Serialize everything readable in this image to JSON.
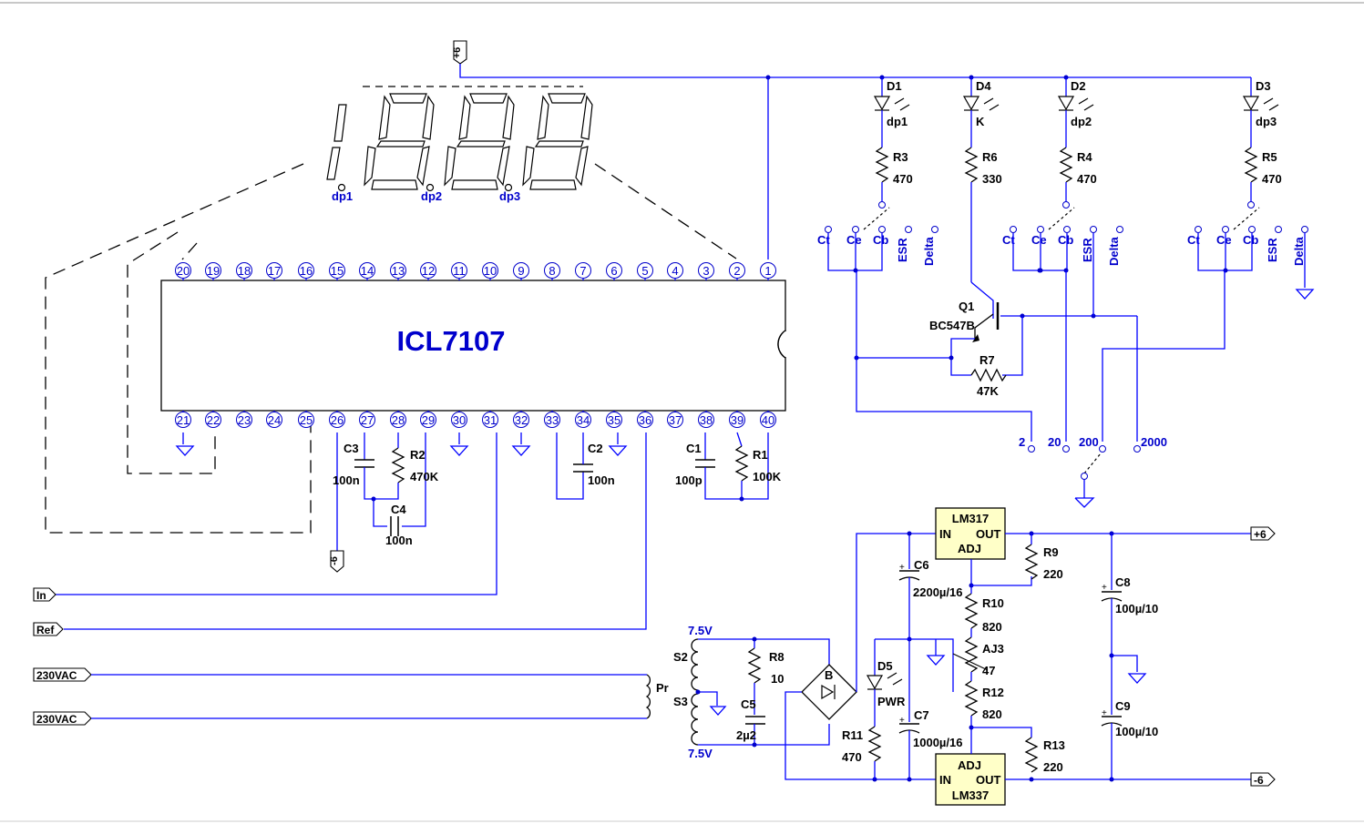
{
  "chip": {
    "name": "ICL7107",
    "pins_top": [
      "20",
      "19",
      "18",
      "17",
      "16",
      "15",
      "14",
      "13",
      "12",
      "11",
      "10",
      "9",
      "8",
      "7",
      "6",
      "5",
      "4",
      "3",
      "2",
      "1"
    ],
    "pins_bottom": [
      "21",
      "22",
      "23",
      "24",
      "25",
      "26",
      "27",
      "28",
      "29",
      "30",
      "31",
      "32",
      "33",
      "34",
      "35",
      "36",
      "37",
      "38",
      "39",
      "40"
    ]
  },
  "display": {
    "dp": [
      "dp1",
      "dp2",
      "dp3"
    ]
  },
  "supply_plus": "+6",
  "leds": [
    {
      "ref": "D1",
      "label": "dp1",
      "res": "R3",
      "val": "470"
    },
    {
      "ref": "D4",
      "label": "K",
      "res": "R6",
      "val": "330"
    },
    {
      "ref": "D2",
      "label": "dp2",
      "res": "R4",
      "val": "470"
    },
    {
      "ref": "D3",
      "label": "dp3",
      "res": "R5",
      "val": "470"
    }
  ],
  "switch_labels": {
    "ct": "Ct",
    "ce": "Ce",
    "cb": "Cb",
    "esr": "ESR",
    "delta": "Delta"
  },
  "transistor": {
    "ref": "Q1",
    "part": "BC547B",
    "r_ref": "R7",
    "r_val": "47K"
  },
  "range": [
    "2",
    "20",
    "200",
    "2000"
  ],
  "caps": {
    "c3": {
      "ref": "C3",
      "val": "100n"
    },
    "r2": {
      "ref": "R2",
      "val": "470K"
    },
    "c4": {
      "ref": "C4",
      "val": "100n"
    },
    "c2": {
      "ref": "C2",
      "val": "100n"
    },
    "c1": {
      "ref": "C1",
      "val": "100p"
    },
    "r1": {
      "ref": "R1",
      "val": "100K"
    }
  },
  "inputs": {
    "in": "In",
    "ref": "Ref",
    "ac1": "230VAC",
    "ac2": "230VAC"
  },
  "transformer": {
    "pr": "Pr",
    "s2": "S2",
    "s3": "S3",
    "v1": "7.5V",
    "v2": "7.5V"
  },
  "psu": {
    "r8": {
      "ref": "R8",
      "val": "10"
    },
    "c5": {
      "ref": "C5",
      "val": "2µ2"
    },
    "bridge": "B",
    "c6": {
      "ref": "C6",
      "val": "2200µ/16"
    },
    "c7": {
      "ref": "C7",
      "val": "1000µ/16"
    },
    "d5": {
      "ref": "D5",
      "label": "PWR"
    },
    "r11": {
      "ref": "R11",
      "val": "470"
    },
    "lm317": {
      "name": "LM317",
      "in": "IN",
      "out": "OUT",
      "adj": "ADJ"
    },
    "lm337": {
      "name": "LM337",
      "in": "IN",
      "out": "OUT",
      "adj": "ADJ"
    },
    "r9": {
      "ref": "R9",
      "val": "220"
    },
    "r10": {
      "ref": "R10",
      "val": "820"
    },
    "aj3": {
      "ref": "AJ3",
      "val": "47"
    },
    "r12": {
      "ref": "R12",
      "val": "820"
    },
    "r13": {
      "ref": "R13",
      "val": "220"
    },
    "c8": {
      "ref": "C8",
      "val": "100µ/10"
    },
    "c9": {
      "ref": "C9",
      "val": "100µ/10"
    },
    "out_plus": "+6",
    "out_minus": "-6"
  }
}
